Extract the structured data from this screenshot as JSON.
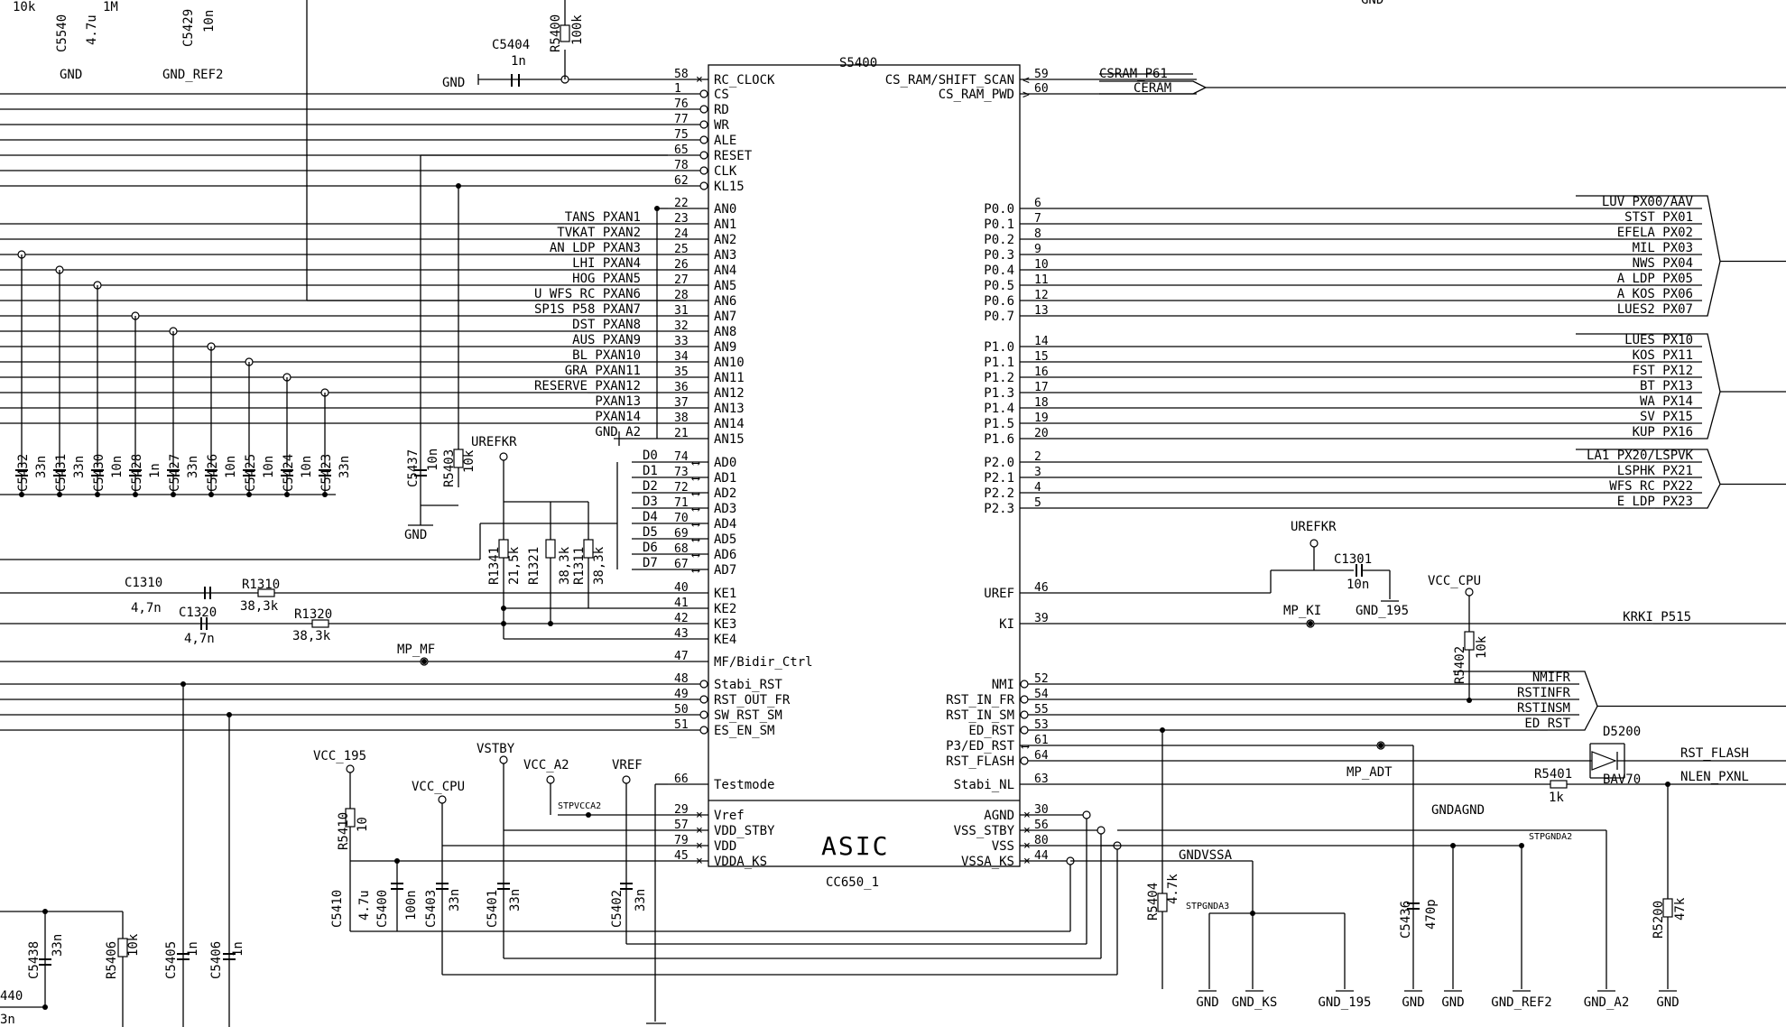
{
  "chip": {
    "ref": "S5400",
    "part": "CC650_1",
    "name": "ASIC",
    "left_pins": [
      {
        "name": "RC_CLOCK",
        "num": "58",
        "sym": "x"
      },
      {
        "name": "CS",
        "num": "1",
        "sym": "o"
      },
      {
        "name": "RD",
        "num": "76",
        "sym": "o"
      },
      {
        "name": "WR",
        "num": "77",
        "sym": "o"
      },
      {
        "name": "ALE",
        "num": "75",
        "sym": "o"
      },
      {
        "name": "RESET",
        "num": "65",
        "sym": "o"
      },
      {
        "name": "CLK",
        "num": "78",
        "sym": "o"
      },
      {
        "name": "KL15",
        "num": "62",
        "sym": "o"
      },
      {
        "name": "AN0",
        "num": "22",
        "sym": ""
      },
      {
        "name": "AN1",
        "num": "23",
        "sym": ""
      },
      {
        "name": "AN2",
        "num": "24",
        "sym": ""
      },
      {
        "name": "AN3",
        "num": "25",
        "sym": ""
      },
      {
        "name": "AN4",
        "num": "26",
        "sym": ""
      },
      {
        "name": "AN5",
        "num": "27",
        "sym": ""
      },
      {
        "name": "AN6",
        "num": "28",
        "sym": ""
      },
      {
        "name": "AN7",
        "num": "31",
        "sym": ""
      },
      {
        "name": "AN8",
        "num": "32",
        "sym": ""
      },
      {
        "name": "AN9",
        "num": "33",
        "sym": ""
      },
      {
        "name": "AN10",
        "num": "34",
        "sym": ""
      },
      {
        "name": "AN11",
        "num": "35",
        "sym": ""
      },
      {
        "name": "AN12",
        "num": "36",
        "sym": ""
      },
      {
        "name": "AN13",
        "num": "37",
        "sym": ""
      },
      {
        "name": "AN14",
        "num": "38",
        "sym": ""
      },
      {
        "name": "AN15",
        "num": "21",
        "sym": ""
      },
      {
        "name": "AD0",
        "num": "74",
        "sym": "<>"
      },
      {
        "name": "AD1",
        "num": "73",
        "sym": "<>"
      },
      {
        "name": "AD2",
        "num": "72",
        "sym": "<>"
      },
      {
        "name": "AD3",
        "num": "71",
        "sym": "<>"
      },
      {
        "name": "AD4",
        "num": "70",
        "sym": "<>"
      },
      {
        "name": "AD5",
        "num": "69",
        "sym": "<>"
      },
      {
        "name": "AD6",
        "num": "68",
        "sym": "<>"
      },
      {
        "name": "AD7",
        "num": "67",
        "sym": "<>"
      },
      {
        "name": "KE1",
        "num": "40",
        "sym": ""
      },
      {
        "name": "KE2",
        "num": "41",
        "sym": ""
      },
      {
        "name": "KE3",
        "num": "42",
        "sym": ""
      },
      {
        "name": "KE4",
        "num": "43",
        "sym": ""
      },
      {
        "name": "MF/Bidir_Ctrl",
        "num": "47",
        "sym": ""
      },
      {
        "name": "Stabi_RST",
        "num": "48",
        "sym": "o"
      },
      {
        "name": "RST_OUT_FR",
        "num": "49",
        "sym": "o"
      },
      {
        "name": "SW_RST_SM",
        "num": "50",
        "sym": "o"
      },
      {
        "name": "ES_EN_SM",
        "num": "51",
        "sym": "o"
      },
      {
        "name": "Testmode",
        "num": "66",
        "sym": ""
      },
      {
        "name": "Vref",
        "num": "29",
        "sym": "x"
      },
      {
        "name": "VDD_STBY",
        "num": "57",
        "sym": "x"
      },
      {
        "name": "VDD",
        "num": "79",
        "sym": "x"
      },
      {
        "name": "VDDA_KS",
        "num": "45",
        "sym": "x"
      }
    ],
    "right_pins": [
      {
        "name": "CS_RAM/SHIFT_SCAN",
        "num": "59",
        "sym": "<"
      },
      {
        "name": "CS_RAM_PWD",
        "num": "60",
        "sym": ">"
      },
      {
        "name": "P0.0",
        "num": "6",
        "sym": ""
      },
      {
        "name": "P0.1",
        "num": "7",
        "sym": ""
      },
      {
        "name": "P0.2",
        "num": "8",
        "sym": ""
      },
      {
        "name": "P0.3",
        "num": "9",
        "sym": ""
      },
      {
        "name": "P0.4",
        "num": "10",
        "sym": ""
      },
      {
        "name": "P0.5",
        "num": "11",
        "sym": ""
      },
      {
        "name": "P0.6",
        "num": "12",
        "sym": ""
      },
      {
        "name": "P0.7",
        "num": "13",
        "sym": ""
      },
      {
        "name": "P1.0",
        "num": "14",
        "sym": ""
      },
      {
        "name": "P1.1",
        "num": "15",
        "sym": ""
      },
      {
        "name": "P1.2",
        "num": "16",
        "sym": ""
      },
      {
        "name": "P1.3",
        "num": "17",
        "sym": ""
      },
      {
        "name": "P1.4",
        "num": "18",
        "sym": ""
      },
      {
        "name": "P1.5",
        "num": "19",
        "sym": ""
      },
      {
        "name": "P1.6",
        "num": "20",
        "sym": ""
      },
      {
        "name": "P2.0",
        "num": "2",
        "sym": ""
      },
      {
        "name": "P2.1",
        "num": "3",
        "sym": ""
      },
      {
        "name": "P2.2",
        "num": "4",
        "sym": ""
      },
      {
        "name": "P2.3",
        "num": "5",
        "sym": ""
      },
      {
        "name": "UREF",
        "num": "46",
        "sym": ""
      },
      {
        "name": "KI",
        "num": "39",
        "sym": ""
      },
      {
        "name": "NMI",
        "num": "52",
        "sym": "o"
      },
      {
        "name": "RST_IN_FR",
        "num": "54",
        "sym": "o"
      },
      {
        "name": "RST_IN_SM",
        "num": "55",
        "sym": "o"
      },
      {
        "name": "ED_RST",
        "num": "53",
        "sym": "o"
      },
      {
        "name": "P3/ED_RST",
        "num": "61",
        "sym": "<>"
      },
      {
        "name": "RST_FLASH",
        "num": "64",
        "sym": "o"
      },
      {
        "name": "Stabi_NL",
        "num": "63",
        "sym": ""
      },
      {
        "name": "AGND",
        "num": "30",
        "sym": "x"
      },
      {
        "name": "VSS_STBY",
        "num": "56",
        "sym": "x"
      },
      {
        "name": "VSS",
        "num": "80",
        "sym": "x"
      },
      {
        "name": "VSSA_KS",
        "num": "44",
        "sym": "x"
      }
    ]
  },
  "left_nets": {
    "an": [
      "TANS_PXAN1",
      "TVKAT_PXAN2",
      "AN_LDP_PXAN3",
      "LHI_PXAN4",
      "HOG_PXAN5",
      "U_WFS_RC_PXAN6",
      "SP1S_P58_PXAN7",
      "DST_PXAN8",
      "AUS_PXAN9",
      "BL_PXAN10",
      "GRA_PXAN11",
      "RESERVE_PXAN12",
      "PXAN13",
      "PXAN14",
      "GND_A2"
    ],
    "ad": [
      "D0",
      "D1",
      "D2",
      "D3",
      "D4",
      "D5",
      "D6",
      "D7"
    ]
  },
  "right_nets": {
    "p0": [
      "LUV_PX00/AAV",
      "STST_PX01",
      "EFELA_PX02",
      "MIL_PX03",
      "NWS_PX04",
      "A_LDP_PX05",
      "A_KOS_PX06",
      "LUES2_PX07"
    ],
    "p1": [
      "LUES_PX10",
      "KOS_PX11",
      "FST_PX12",
      "BT_PX13",
      "WA_PX14",
      "SV_PX15",
      "KUP_PX16"
    ],
    "p2": [
      "LA1_PX20/LSPVK",
      "LSPHK_PX21",
      "WFS_RC_PX22",
      "E_LDP_PX23"
    ],
    "csram": "CSRAM_P61",
    "ceram": "CERAM",
    "krki": "KRKI_P515",
    "reset_bus": [
      "NMIFR",
      "RSTINFR",
      "RSTINSM",
      "ED_RST"
    ],
    "rst_flash": "RST_FLASH",
    "nlen": "NLEN_PXNL"
  },
  "labels": {
    "c5404": "C5404",
    "c5404_v": "1n",
    "r5400": "R5400",
    "r5400_v": "100k",
    "gnd": "GND",
    "gnd_ref2": "GND_REF2",
    "c5540": "C5540",
    "c5540_v": "4.7u",
    "c5429": "C5429",
    "c5429_v": "10n",
    "top_10k": "10k",
    "top_1m": "1M",
    "urefkr": "UREFKR",
    "urefkr2": "UREFKR",
    "r1341": "R1341",
    "r1341_v": "21,5k",
    "r1321": "R1321",
    "r1321_v": "38,3k",
    "r1311": "R1311",
    "r1311_v": "38,3k",
    "c5437": "C5437",
    "c5437_v": "10n",
    "r5403": "R5403",
    "r5403_v": "10k",
    "c1310": "C1310",
    "c1310_v": "4,7n",
    "r1310": "R1310",
    "r1310_v": "38,3k",
    "c1320": "C1320",
    "c1320_v": "4,7n",
    "r1320": "R1320",
    "r1320_v": "38,3k",
    "mp_mf": "MP_MF",
    "caps_row": [
      {
        "ref": "C5432",
        "v": "33n"
      },
      {
        "ref": "C5431",
        "v": "33n"
      },
      {
        "ref": "C5430",
        "v": "10n"
      },
      {
        "ref": "C5428",
        "v": "1n"
      },
      {
        "ref": "C5427",
        "v": "33n"
      },
      {
        "ref": "C5426",
        "v": "10n"
      },
      {
        "ref": "C5425",
        "v": "10n"
      },
      {
        "ref": "C5424",
        "v": "10n"
      },
      {
        "ref": "C5423",
        "v": "33n"
      }
    ],
    "vcc_195": "VCC_195",
    "vstby": "VSTBY",
    "vcc_a2": "VCC_A2",
    "vref": "VREF",
    "vcc_cpu": "VCC_CPU",
    "stpvcca2": "STPVCCA2",
    "r5410": "R5410",
    "r5410_v": "10",
    "c5410": "C5410",
    "c5410_v": "4.7u",
    "c5400": "C5400",
    "c5400_v": "100n",
    "c5403": "C5403",
    "c5403_v": "33n",
    "c5401": "C5401",
    "c5401_v": "33n",
    "c5402": "C5402",
    "c5402_v": "33n",
    "c5438": "C5438",
    "c5438_v": "33n",
    "r5406": "R5406",
    "r5406_v": "10k",
    "c5405": "C5405",
    "c5405_v": "1n",
    "c5406": "C5406",
    "c5406_v": "1n",
    "c440": "440",
    "c440_v": "3n",
    "c1301": "C1301",
    "c1301_v": "10n",
    "gnd_195": "GND_195",
    "vcc_cpu2": "VCC_CPU",
    "r5402": "R5402",
    "r5402_v": "10k",
    "mp_ki": "MP_KI",
    "mp_adt": "MP_ADT",
    "d5200": "D5200",
    "bav70": "BAV70",
    "r5401": "R5401",
    "r5401_v": "1k",
    "gndagnd": "GNDAGND",
    "stpgnda2": "STPGNDA2",
    "gndvssa": "GNDVSSA",
    "stpgnda3": "STPGNDA3",
    "r5404": "R5404",
    "r5404_v": "4.7k",
    "c5436": "C5436",
    "c5436_v": "470p",
    "r5200": "R5200",
    "r5200_v": "47k",
    "bottom_gnds": [
      "GND",
      "GND_KS",
      "GND_195",
      "GND",
      "GND",
      "GND_REF2",
      "GND_A2",
      "GND"
    ],
    "top_right_gnd": "GND"
  }
}
